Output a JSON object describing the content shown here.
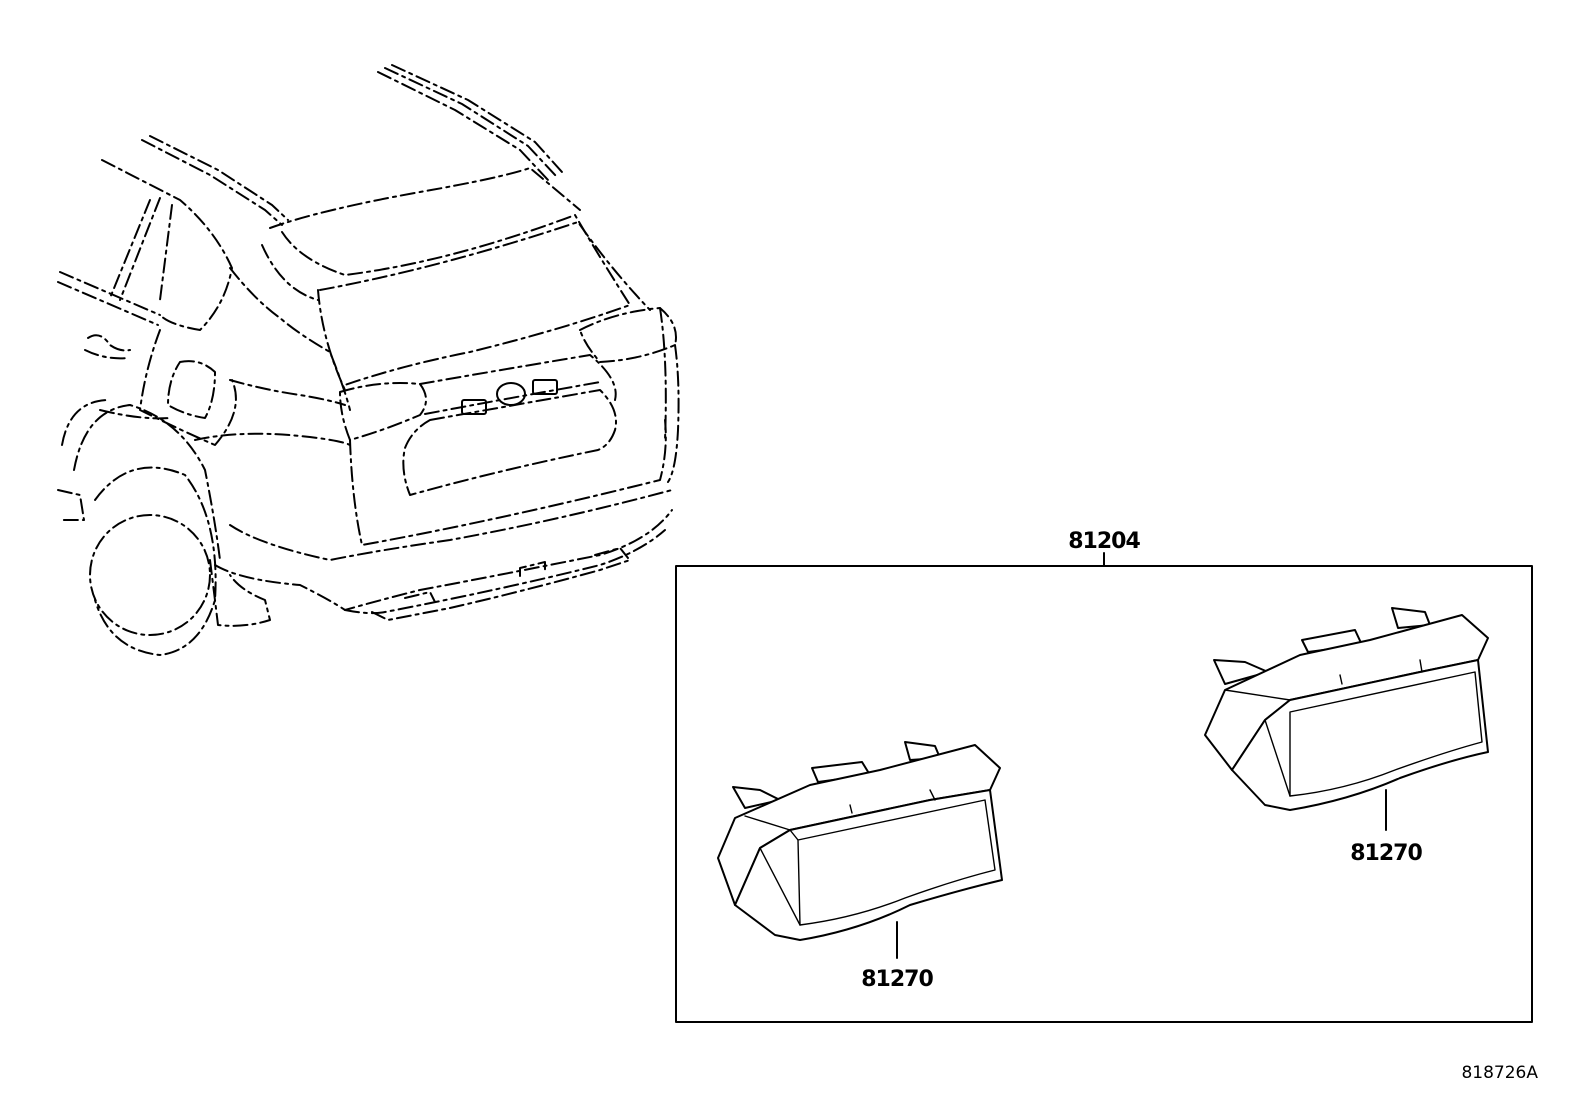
{
  "diagram": {
    "assembly": {
      "part_number": "81204"
    },
    "lamps": [
      {
        "part_number": "81270"
      },
      {
        "part_number": "81270"
      }
    ],
    "figure_code": "818726A"
  }
}
